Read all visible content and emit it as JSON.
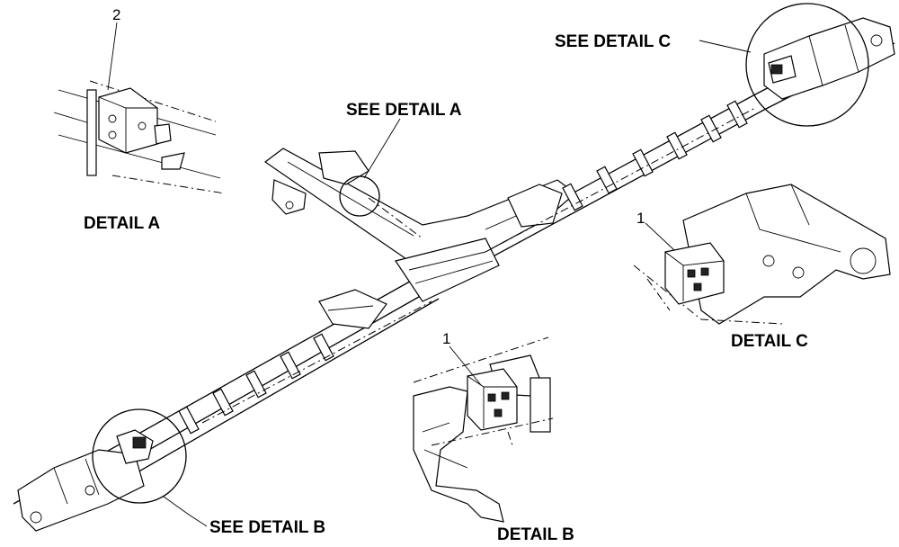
{
  "labels": {
    "see_detail_a": "SEE DETAIL A",
    "see_detail_b": "SEE DETAIL B",
    "see_detail_c": "SEE DETAIL C",
    "detail_a": "DETAIL A",
    "detail_b": "DETAIL B",
    "detail_c": "DETAIL C"
  },
  "callouts": {
    "detail_a_item": "2",
    "detail_b_item": "1",
    "detail_c_item": "1"
  }
}
